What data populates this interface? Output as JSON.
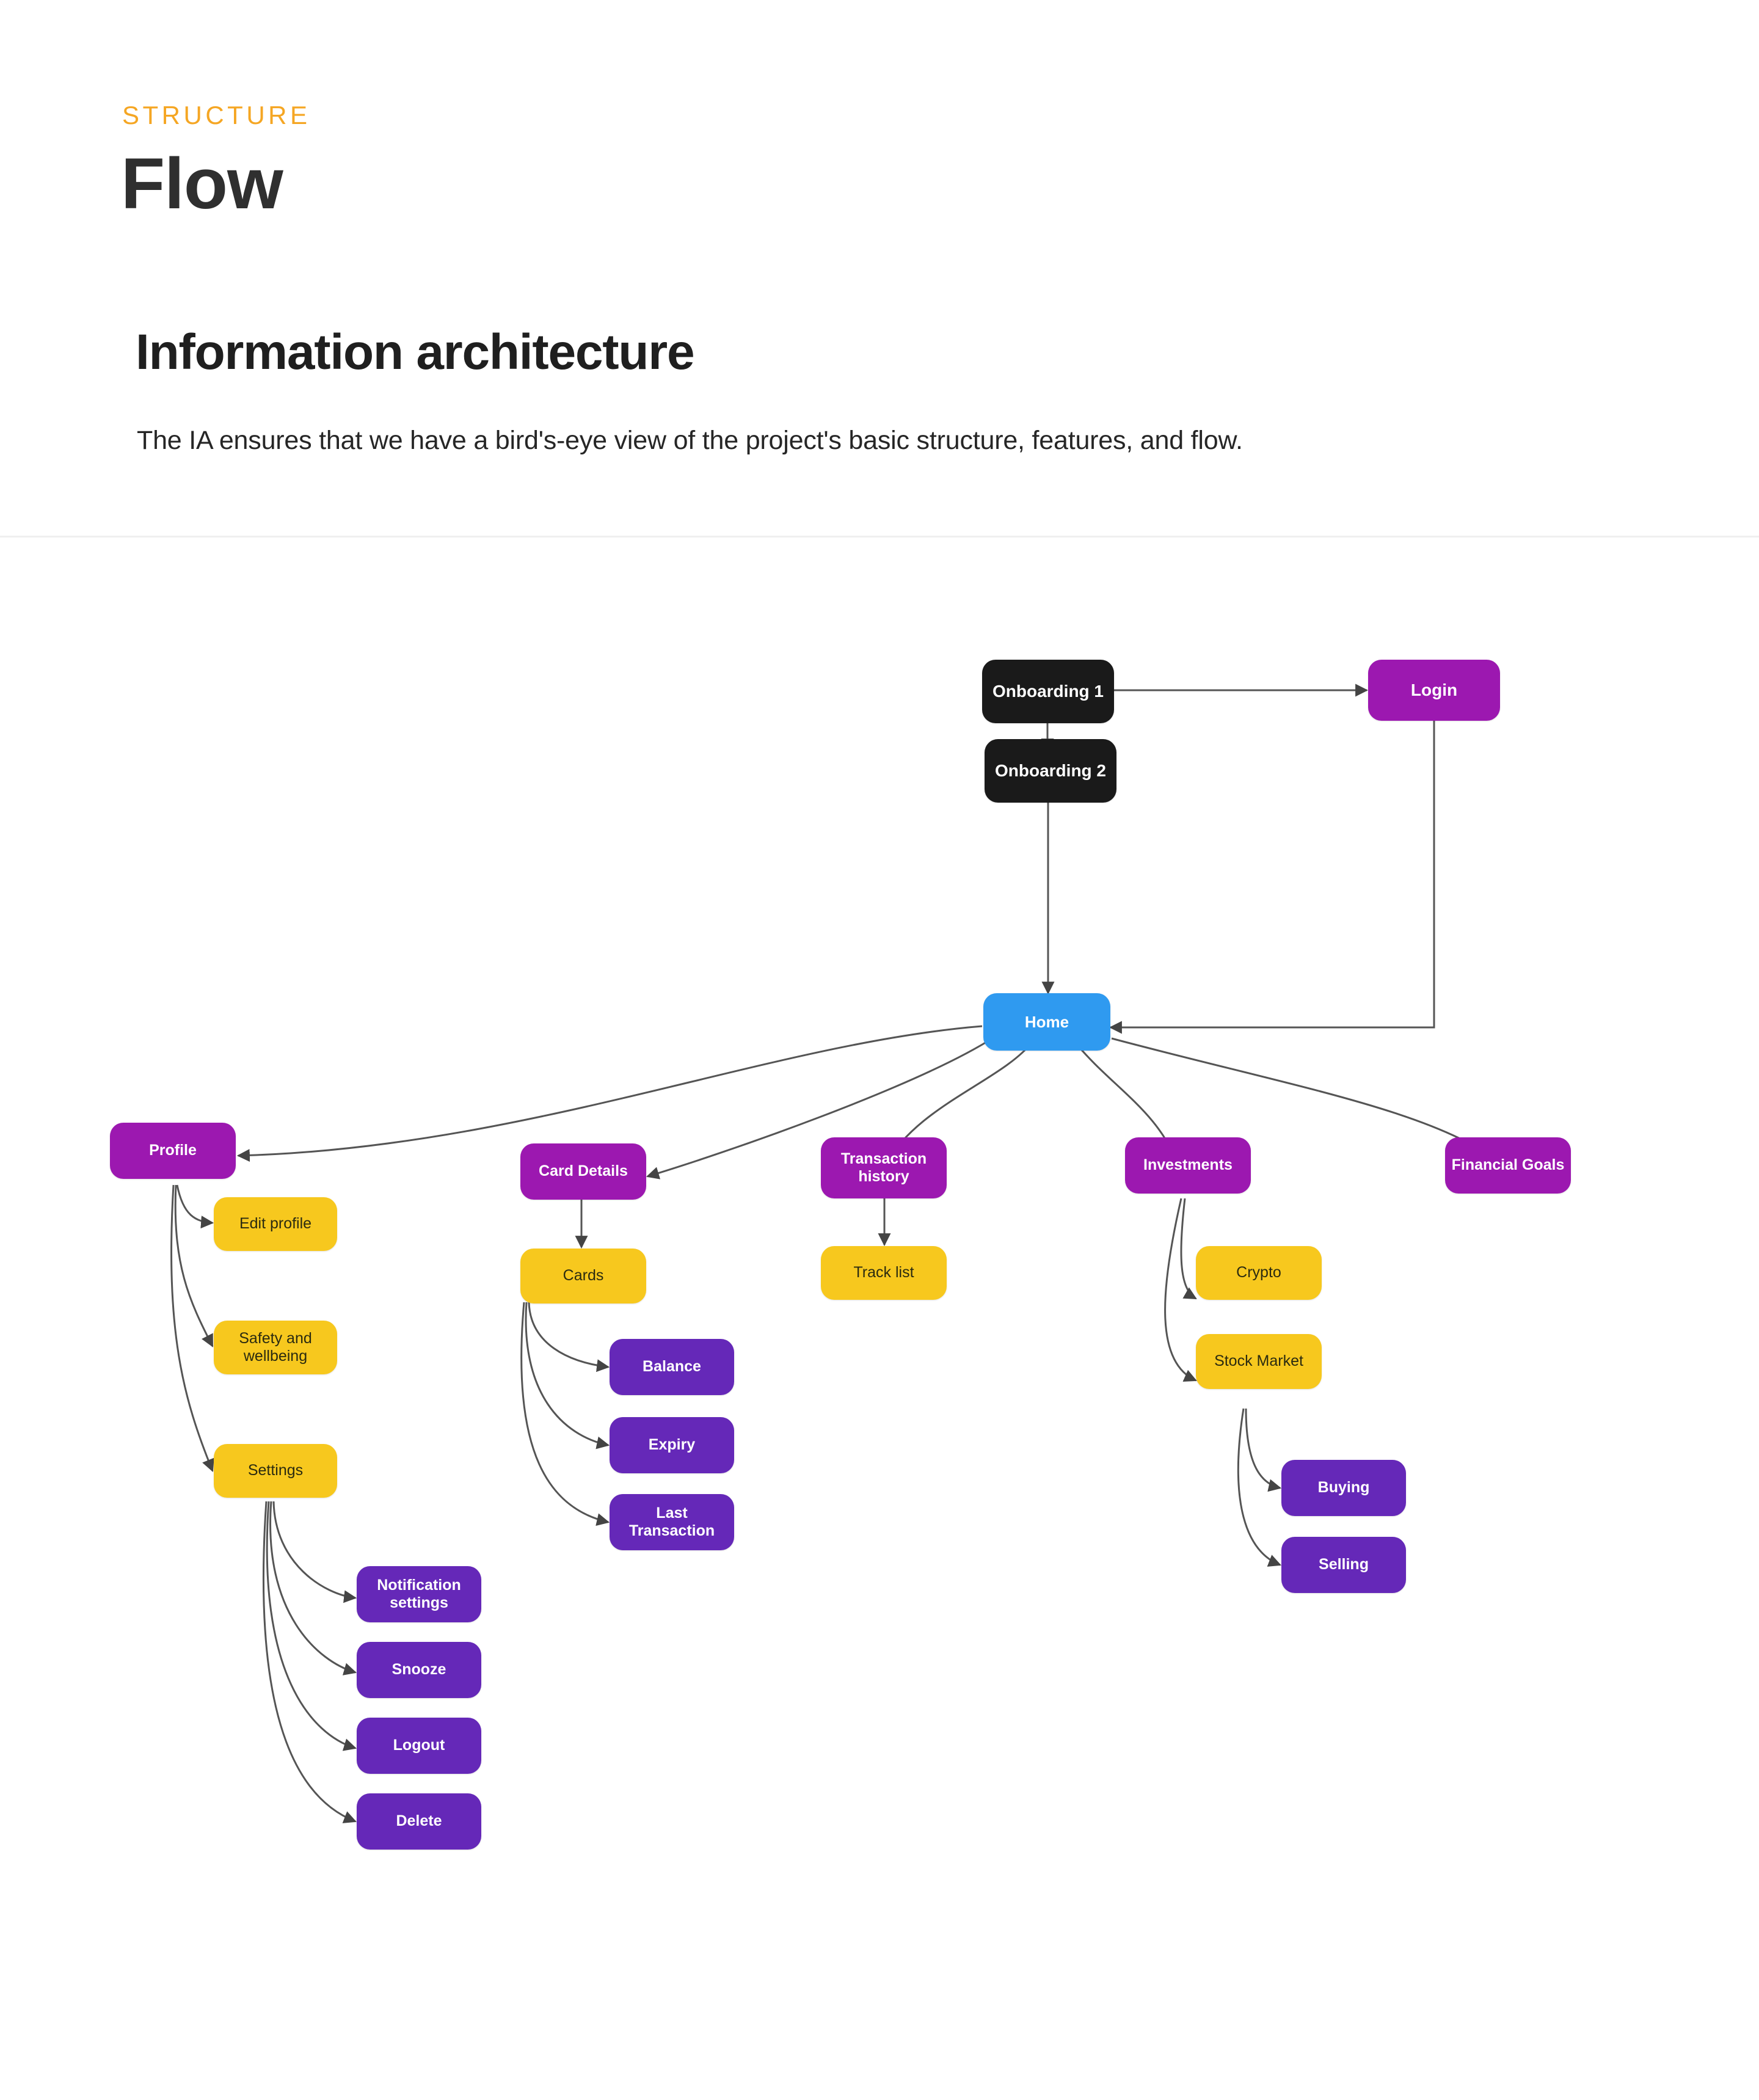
{
  "header": {
    "eyebrow": "STRUCTURE",
    "title": "Flow",
    "section_title": "Information architecture",
    "section_desc": "The IA ensures that we have a bird's-eye view of the project's basic structure, features, and flow."
  },
  "palette": {
    "eyebrow": "#f5a623",
    "dark": "#1a1a1a",
    "magenta": "#9c18b0",
    "blue": "#2f9af0",
    "yellow": "#f7c81e",
    "violet": "#6528b8",
    "edge": "#555555",
    "background": "#ffffff"
  },
  "diagram": {
    "type": "flow-tree",
    "nodes": [
      {
        "id": "onboarding1",
        "label": "Onboarding 1",
        "color": "dark"
      },
      {
        "id": "onboarding2",
        "label": "Onboarding 2",
        "color": "dark"
      },
      {
        "id": "login",
        "label": "Login",
        "color": "magenta"
      },
      {
        "id": "home",
        "label": "Home",
        "color": "blue"
      },
      {
        "id": "profile",
        "label": "Profile",
        "color": "magenta"
      },
      {
        "id": "card-details",
        "label": "Card Details",
        "color": "magenta"
      },
      {
        "id": "transaction-history",
        "label": "Transaction history",
        "color": "magenta"
      },
      {
        "id": "investments",
        "label": "Investments",
        "color": "magenta"
      },
      {
        "id": "financial-goals",
        "label": "Financial Goals",
        "color": "magenta"
      },
      {
        "id": "edit-profile",
        "label": "Edit profile",
        "color": "yellow"
      },
      {
        "id": "safety-wellbeing",
        "label": "Safety and wellbeing",
        "color": "yellow"
      },
      {
        "id": "settings",
        "label": "Settings",
        "color": "yellow"
      },
      {
        "id": "cards",
        "label": "Cards",
        "color": "yellow"
      },
      {
        "id": "track-list",
        "label": "Track list",
        "color": "yellow"
      },
      {
        "id": "crypto",
        "label": "Crypto",
        "color": "yellow"
      },
      {
        "id": "stock-market",
        "label": "Stock Market",
        "color": "yellow"
      },
      {
        "id": "notification-settings",
        "label": "Notification settings",
        "color": "violet"
      },
      {
        "id": "snooze",
        "label": "Snooze",
        "color": "violet"
      },
      {
        "id": "logout",
        "label": "Logout",
        "color": "violet"
      },
      {
        "id": "delete",
        "label": "Delete",
        "color": "violet"
      },
      {
        "id": "balance",
        "label": "Balance",
        "color": "violet"
      },
      {
        "id": "expiry",
        "label": "Expiry",
        "color": "violet"
      },
      {
        "id": "last-transaction",
        "label": "Last Transaction",
        "color": "violet"
      },
      {
        "id": "buying",
        "label": "Buying",
        "color": "violet"
      },
      {
        "id": "selling",
        "label": "Selling",
        "color": "violet"
      }
    ],
    "edges": [
      {
        "from": "onboarding1",
        "to": "login"
      },
      {
        "from": "onboarding1",
        "to": "onboarding2"
      },
      {
        "from": "onboarding2",
        "to": "home"
      },
      {
        "from": "login",
        "to": "home"
      },
      {
        "from": "home",
        "to": "profile"
      },
      {
        "from": "home",
        "to": "card-details"
      },
      {
        "from": "home",
        "to": "transaction-history"
      },
      {
        "from": "home",
        "to": "investments"
      },
      {
        "from": "home",
        "to": "financial-goals"
      },
      {
        "from": "profile",
        "to": "edit-profile"
      },
      {
        "from": "profile",
        "to": "safety-wellbeing"
      },
      {
        "from": "profile",
        "to": "settings"
      },
      {
        "from": "settings",
        "to": "notification-settings"
      },
      {
        "from": "settings",
        "to": "snooze"
      },
      {
        "from": "settings",
        "to": "logout"
      },
      {
        "from": "settings",
        "to": "delete"
      },
      {
        "from": "card-details",
        "to": "cards"
      },
      {
        "from": "cards",
        "to": "balance"
      },
      {
        "from": "cards",
        "to": "expiry"
      },
      {
        "from": "cards",
        "to": "last-transaction"
      },
      {
        "from": "transaction-history",
        "to": "track-list"
      },
      {
        "from": "investments",
        "to": "crypto"
      },
      {
        "from": "investments",
        "to": "stock-market"
      },
      {
        "from": "stock-market",
        "to": "buying"
      },
      {
        "from": "stock-market",
        "to": "selling"
      }
    ]
  }
}
